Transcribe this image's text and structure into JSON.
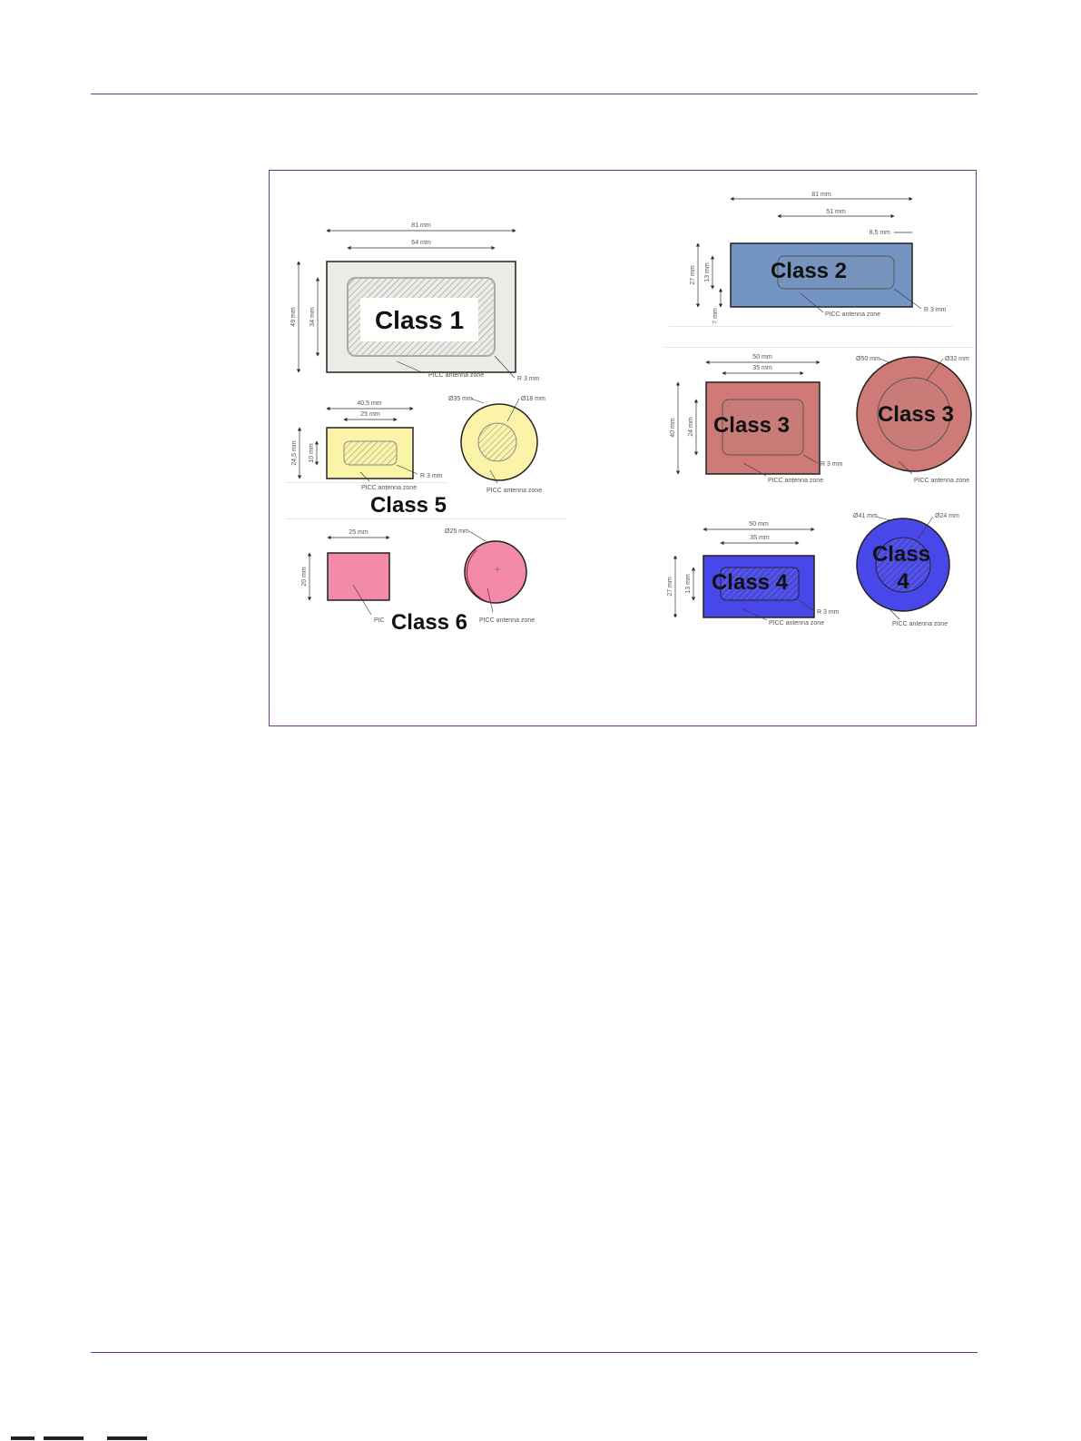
{
  "colors": {
    "rule": "#6b3a8c",
    "class1": "#ecebe6",
    "class2": "#7495c4",
    "class3": "#cf7a76",
    "class4": "#4848ea",
    "class5": "#fbf3a8",
    "class6": "#f28aa8"
  },
  "figure": {
    "class1": {
      "title": "Class 1",
      "width_outer": "81 mm",
      "width_inner": "64 mm",
      "height_outer": "49 mm",
      "height_inner": "34 mm",
      "radius": "R 3 mm",
      "zone": "PICC antenna zone"
    },
    "class2": {
      "title": "Class 2",
      "width_outer": "81 mm",
      "width_inner": "51 mm",
      "offset": "8,5 mm",
      "height_outer": "27 mm",
      "height_inner": "13 mm",
      "bottom": "7 mm",
      "radius": "R 3 mm",
      "zone": "PICC antenna zone"
    },
    "class3_rect": {
      "title": "Class 3",
      "width_outer": "50 mm",
      "width_inner": "35 mm",
      "height_outer": "40 mm",
      "height_inner": "24 mm",
      "radius": "R 3 mm",
      "zone": "PICC antenna zone"
    },
    "class3_circle": {
      "title": "Class 3",
      "d_outer": "Ø50 mm",
      "d_inner": "Ø32 mm",
      "zone": "PICC antenna zone"
    },
    "class4_rect": {
      "title": "Class 4",
      "width_outer": "50 mm",
      "width_inner": "35 mm",
      "height_outer": "27 mm",
      "height_inner": "13 mm",
      "radius": "R 3 mm",
      "zone": "PICC antenna zone"
    },
    "class4_circle": {
      "title_line1": "Class",
      "title_line2": "4",
      "d_outer": "Ø41 mm",
      "d_inner": "Ø24 mm",
      "zone": "PICC antenna zone"
    },
    "class5_rect": {
      "title": "Class 5",
      "width_outer": "40,5 mm",
      "width_inner": "25 mm",
      "height_outer": "24,5 mm",
      "height_inner": "10 mm",
      "radius": "R 3 mm",
      "zone": "PICC antenna zone"
    },
    "class5_circle": {
      "d_outer": "Ø35 mm",
      "d_inner": "Ø18 mm",
      "zone": "PICC antenna zone"
    },
    "class6_rect": {
      "title": "Class 6",
      "width": "25 mm",
      "height": "20 mm",
      "zone": "PICC antenna zone"
    },
    "class6_circle": {
      "d": "Ø25 mm",
      "zone": "PICC antenna zone"
    }
  }
}
